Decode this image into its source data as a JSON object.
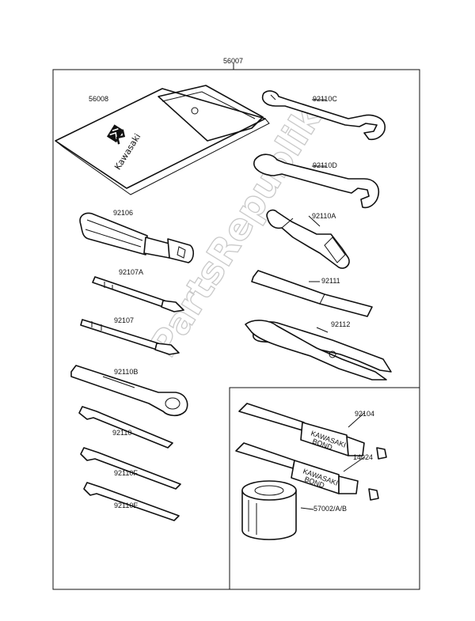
{
  "watermark": "PartsRepublik",
  "pouch_brand": "Kawasaki",
  "tube_text_line1": "KAWASAKI",
  "tube_text_line2": "BOND",
  "labels": {
    "kit": "56007",
    "pouch": "56008",
    "wrench_c": "92110C",
    "wrench_d": "92110D",
    "handle": "92106",
    "box_wrench_a": "92110A",
    "driver_a": "92107A",
    "bar": "92111",
    "driver": "92107",
    "pliers": "92112",
    "spanner_b": "92110B",
    "bond_1": "92104",
    "hex_1": "92110",
    "bond_2": "14024",
    "hex_f": "92110F",
    "hex_e": "92110E",
    "can": "57002/A/B"
  }
}
